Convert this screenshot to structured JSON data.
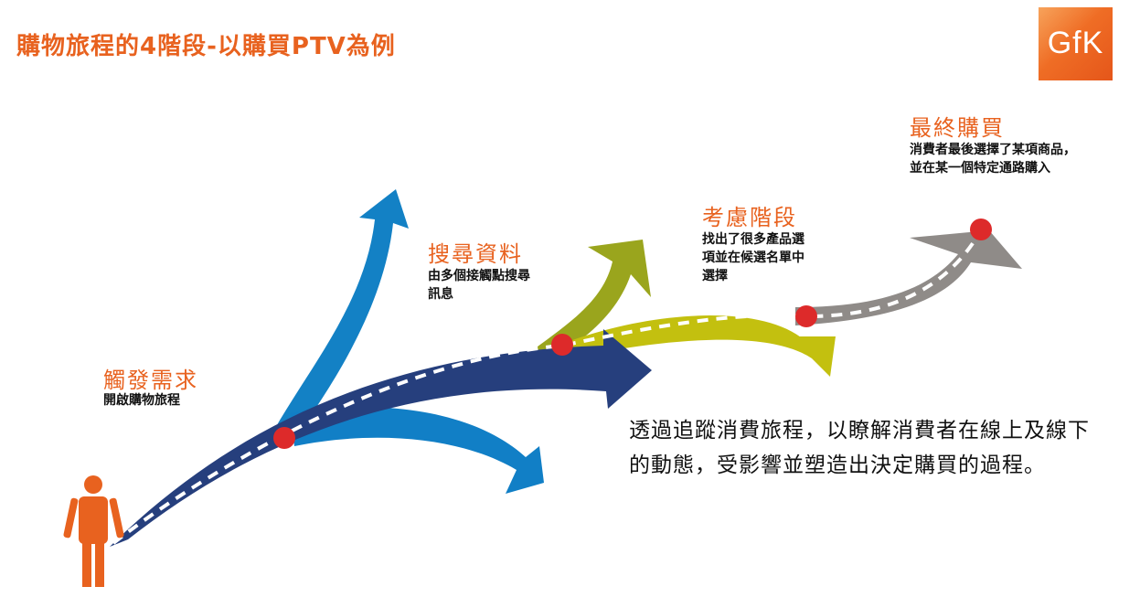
{
  "title": "購物旅程的4階段-以購買PTV為例",
  "logo": {
    "text": "GfK"
  },
  "colors": {
    "accent": "#e8621f",
    "navy": "#263f7d",
    "blue": "#1381c5",
    "olive": "#9aa51d",
    "lime": "#c3c00f",
    "gray": "#8f8b88",
    "marker": "#dd2a2a"
  },
  "stages": [
    {
      "title": "觸發需求",
      "desc_lines": [
        "開啟購物旅程"
      ]
    },
    {
      "title": "搜尋資料",
      "desc_lines": [
        "由多個接觸點搜尋",
        "訊息"
      ]
    },
    {
      "title": "考慮階段",
      "desc_lines": [
        "找出了很多產品選",
        "項並在候選名單中",
        "選擇"
      ]
    },
    {
      "title": "最終購買",
      "desc_lines": [
        "消費者最後選擇了某項商品，",
        "並在某一個特定通路購入"
      ]
    }
  ],
  "summary": "透過追蹤消費旅程，以瞭解消費者在線上及線下的動態，受影響並塑造出決定購買的過程。",
  "icons": {
    "person": "person-icon",
    "marker": "location-marker-icon"
  }
}
